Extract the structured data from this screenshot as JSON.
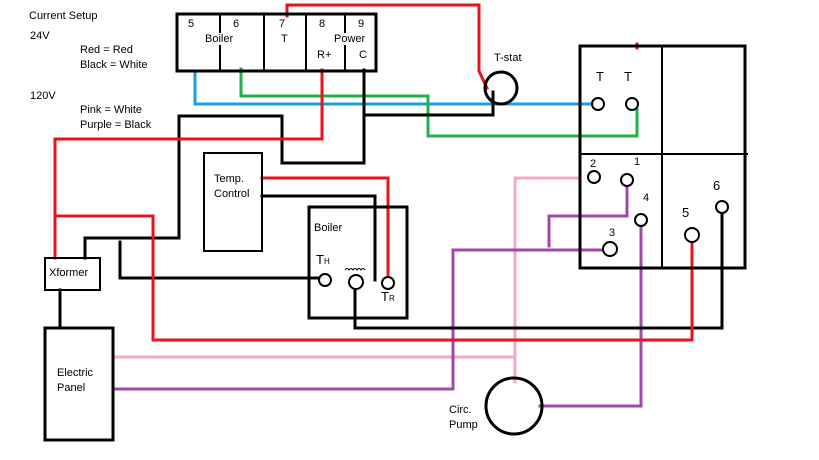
{
  "legend": {
    "title": "Current Setup",
    "v24": "24V",
    "v24_map_1": "Red = Red",
    "v24_map_2": "Black = White",
    "v120": "120V",
    "v120_map_1": "Pink = White",
    "v120_map_2": "Purple = Black"
  },
  "terminal_block": {
    "numbers": [
      "5",
      "6",
      "7",
      "8",
      "9"
    ],
    "boiler_label": "Boiler",
    "power_label": "Power",
    "t_label": "T",
    "r_plus_label": "R+",
    "c_label": "C"
  },
  "tstat": {
    "label": "T-stat"
  },
  "relay_box": {
    "t1": "T",
    "t2": "T",
    "n1": "1",
    "n2": "2",
    "n3": "3",
    "n4": "4",
    "n5": "5",
    "n6": "6"
  },
  "temp_control": {
    "line1": "Temp.",
    "line2": "Control"
  },
  "boiler_box": {
    "label": "Boiler",
    "th_main": "T",
    "th_sub": "H",
    "tr_main": "T",
    "tr_sub": "R"
  },
  "xformer": {
    "label": "Xformer"
  },
  "electric_panel": {
    "line1": "Electric",
    "line2": "Panel"
  },
  "pump": {
    "line1": "Circ.",
    "line2": "Pump"
  },
  "colors": {
    "red": "#e8141c",
    "black": "#000000",
    "blue": "#1a9fe0",
    "green": "#22b04b",
    "pink": "#f4a8c8",
    "purple": "#a04aa8"
  }
}
